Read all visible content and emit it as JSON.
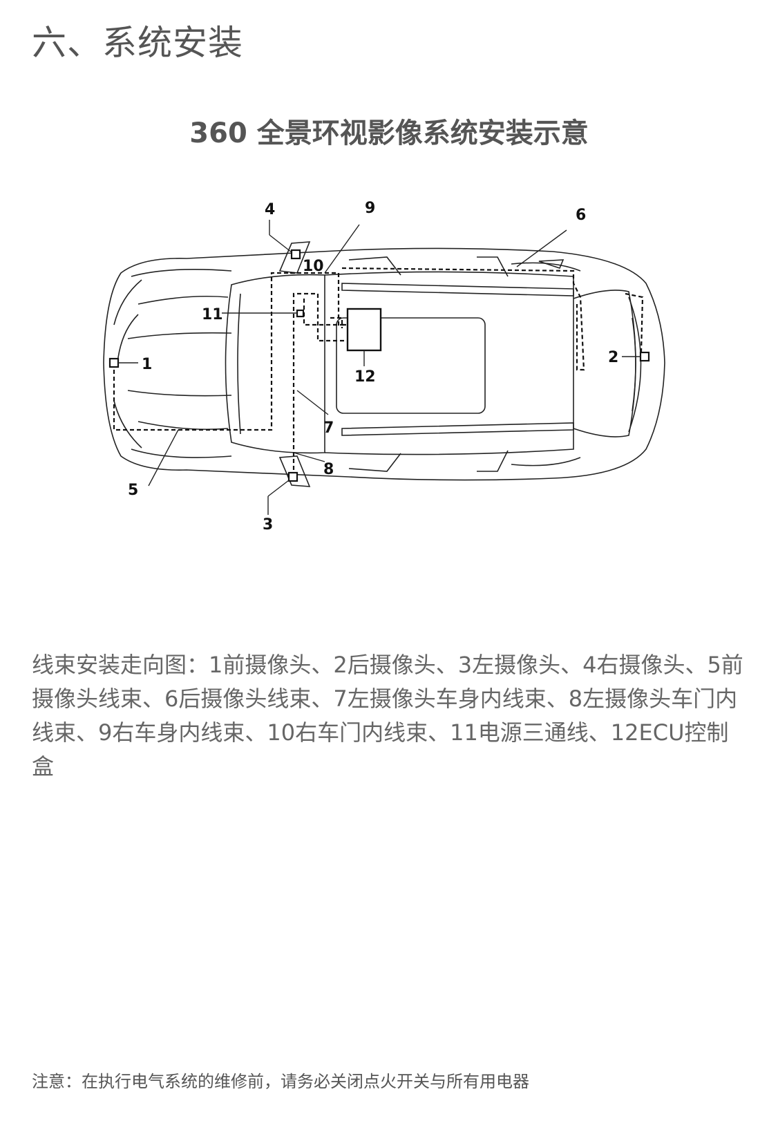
{
  "section_title": "六、系统安装",
  "diagram": {
    "title": "360 全景环视影像系统安装示意",
    "callouts": [
      "1",
      "2",
      "3",
      "4",
      "5",
      "6",
      "7",
      "8",
      "9",
      "10",
      "11",
      "12"
    ]
  },
  "legend_text": "线束安装走向图：1前摄像头、2后摄像头、3左摄像头、4右摄像头、5前摄像头线束、6后摄像头线束、7左摄像头车身内线束、8左摄像头车门内线束、9右车身内线束、10右车门内线束、11电源三通线、12ECU控制盒",
  "footer_note": "注意：在执行电气系统的维修前，请务必关闭点火开关与所有用电器"
}
